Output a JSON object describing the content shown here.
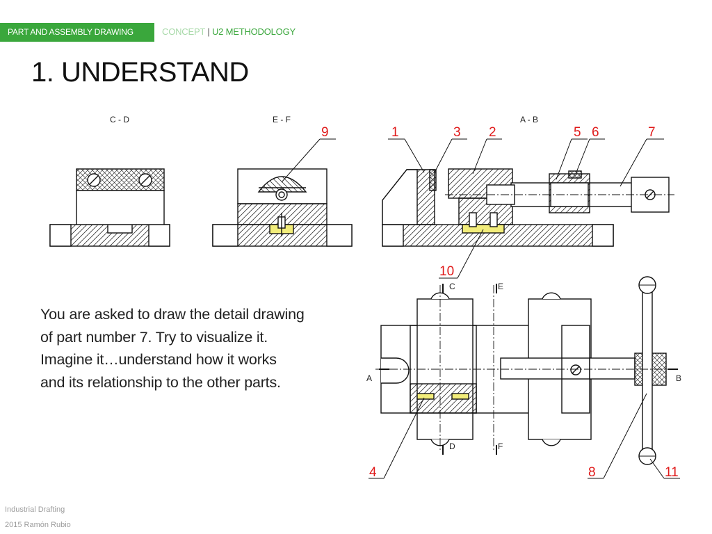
{
  "header": {
    "section_tag": "PART AND ASSEMBLY DRAWING",
    "breadcrumb_concept": "CONCEPT",
    "breadcrumb_separator": "|",
    "breadcrumb_current": "U2 METHODOLOGY"
  },
  "title": "1. UNDERSTAND",
  "body_text": "You are asked to draw the detail drawing of part number 7. Try to visualize it. Imagine it…understand how it works and its relationship to the other parts.",
  "footer": {
    "course": "Industrial Drafting",
    "author": "2015 Ramón Rubio"
  },
  "drawing": {
    "section_labels": {
      "cd": "C - D",
      "ef": "E - F",
      "ab": "A - B"
    },
    "cut_letters": {
      "a": "A",
      "b": "B",
      "c": "C",
      "d": "D",
      "e": "E",
      "f": "F"
    },
    "part_numbers": {
      "p1": "1",
      "p2": "2",
      "p3": "3",
      "p4": "4",
      "p5": "5",
      "p6": "6",
      "p7": "7",
      "p8": "8",
      "p9": "9",
      "p10": "10",
      "p11": "11"
    },
    "colors": {
      "part_number": "#e01b1b",
      "accent_green": "#3aa73c",
      "line": "#111111",
      "highlight": "#f2ed7a"
    }
  }
}
